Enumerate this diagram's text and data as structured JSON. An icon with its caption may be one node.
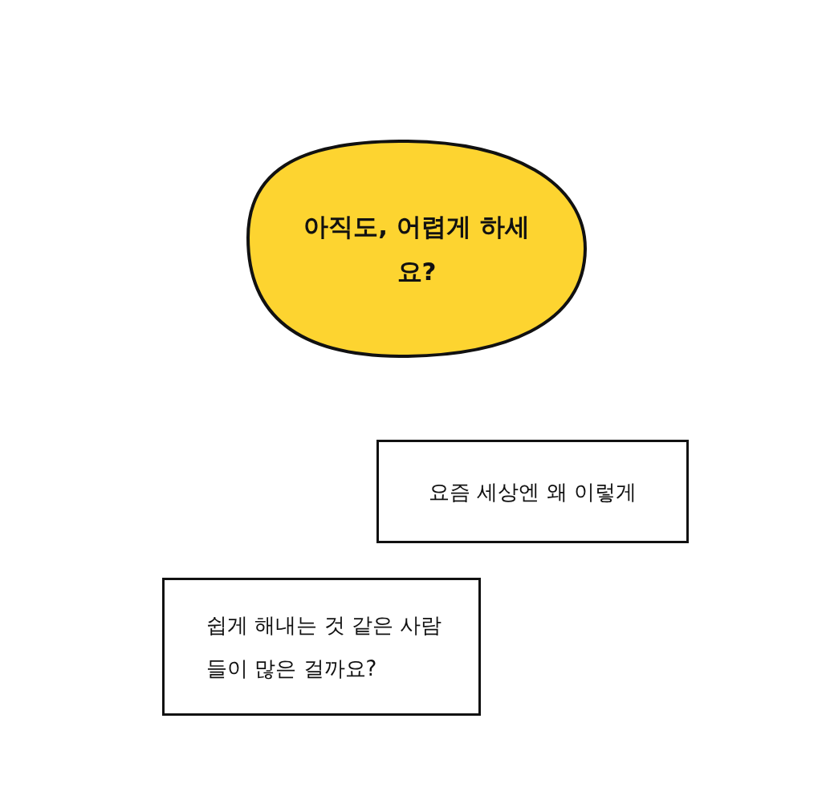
{
  "diagram": {
    "nodes": [
      {
        "text": [
          "아직도, 어렵게 하세요?"
        ]
      },
      {
        "text": [
          "요즘 세상엔 왜 이렇게"
        ]
      },
      {
        "text": [
          "쉽게 해내는 것 같은 사람들이 많은 걸까요?"
        ]
      }
    ]
  }
}
